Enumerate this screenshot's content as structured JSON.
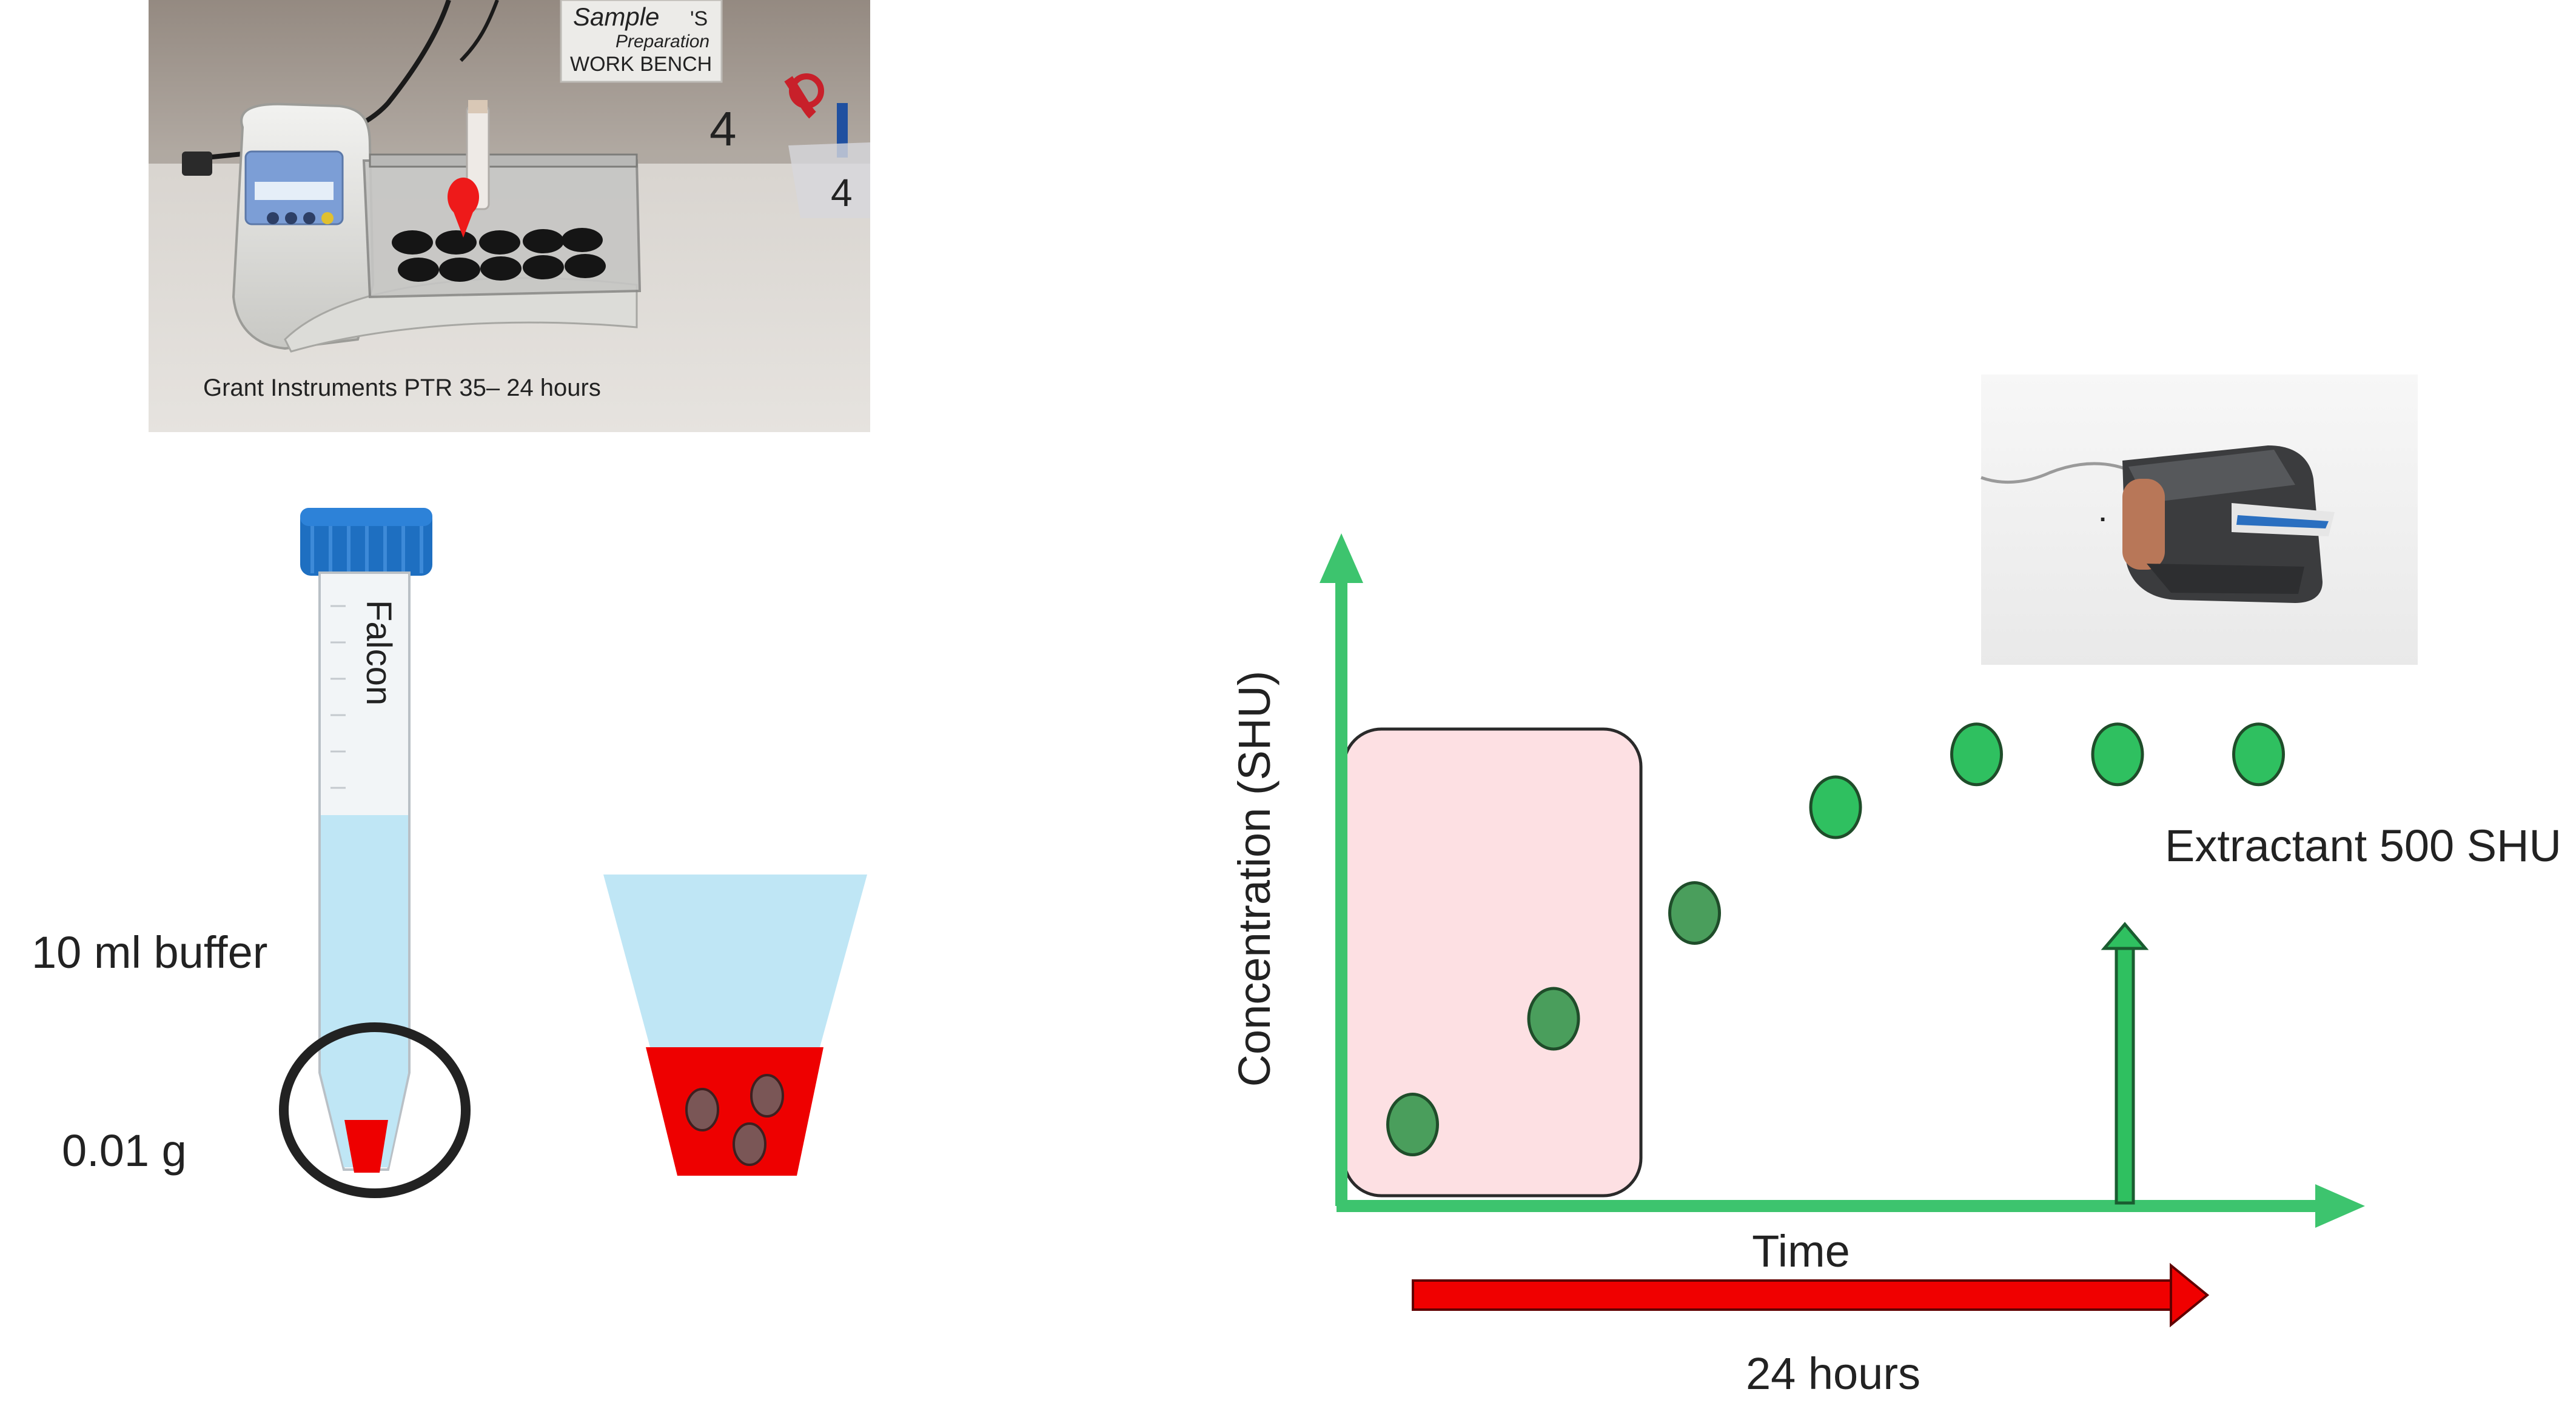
{
  "photo_rotator": {
    "caption": "Grant Instruments  PTR 35– 24 hours",
    "sign_line1": "Sample",
    "sign_line2": "Preparation",
    "sign_corner": "'S",
    "sign_line3": "WORK BENCH",
    "bench_number": "4",
    "cup_number": "4"
  },
  "tube": {
    "buffer_label": "10 ml buffer",
    "sample_label": "0.01 g",
    "tube_print": "Falcon"
  },
  "chart": {
    "y_axis_label": "Concentration (SHU)",
    "x_axis_label": "Time",
    "extractant_label": "Extractant 500 SHU",
    "duration_label": "24 hours"
  },
  "colors": {
    "axis_green": "#3dc46e",
    "point_dark_green": "#4a9e5c",
    "point_bright_green": "#2fc060",
    "highlight_pink": "#fde0e3",
    "arrow_red": "#f00000",
    "buffer_blue": "#bfe6f5",
    "sample_red": "#ee0000",
    "cap_blue": "#1e6fc1"
  },
  "chart_data": {
    "type": "scatter",
    "title": "",
    "xlabel": "Time",
    "ylabel": "Concentration (SHU)",
    "series": [
      {
        "points": [
          [
            1,
            1
          ],
          [
            2,
            2
          ],
          [
            3,
            3
          ],
          [
            4,
            4
          ],
          [
            5,
            4.5
          ],
          [
            6,
            4.5
          ],
          [
            7,
            4.5
          ]
        ]
      }
    ],
    "annotations": [
      "Extractant 500 SHU",
      "24 hours"
    ]
  }
}
